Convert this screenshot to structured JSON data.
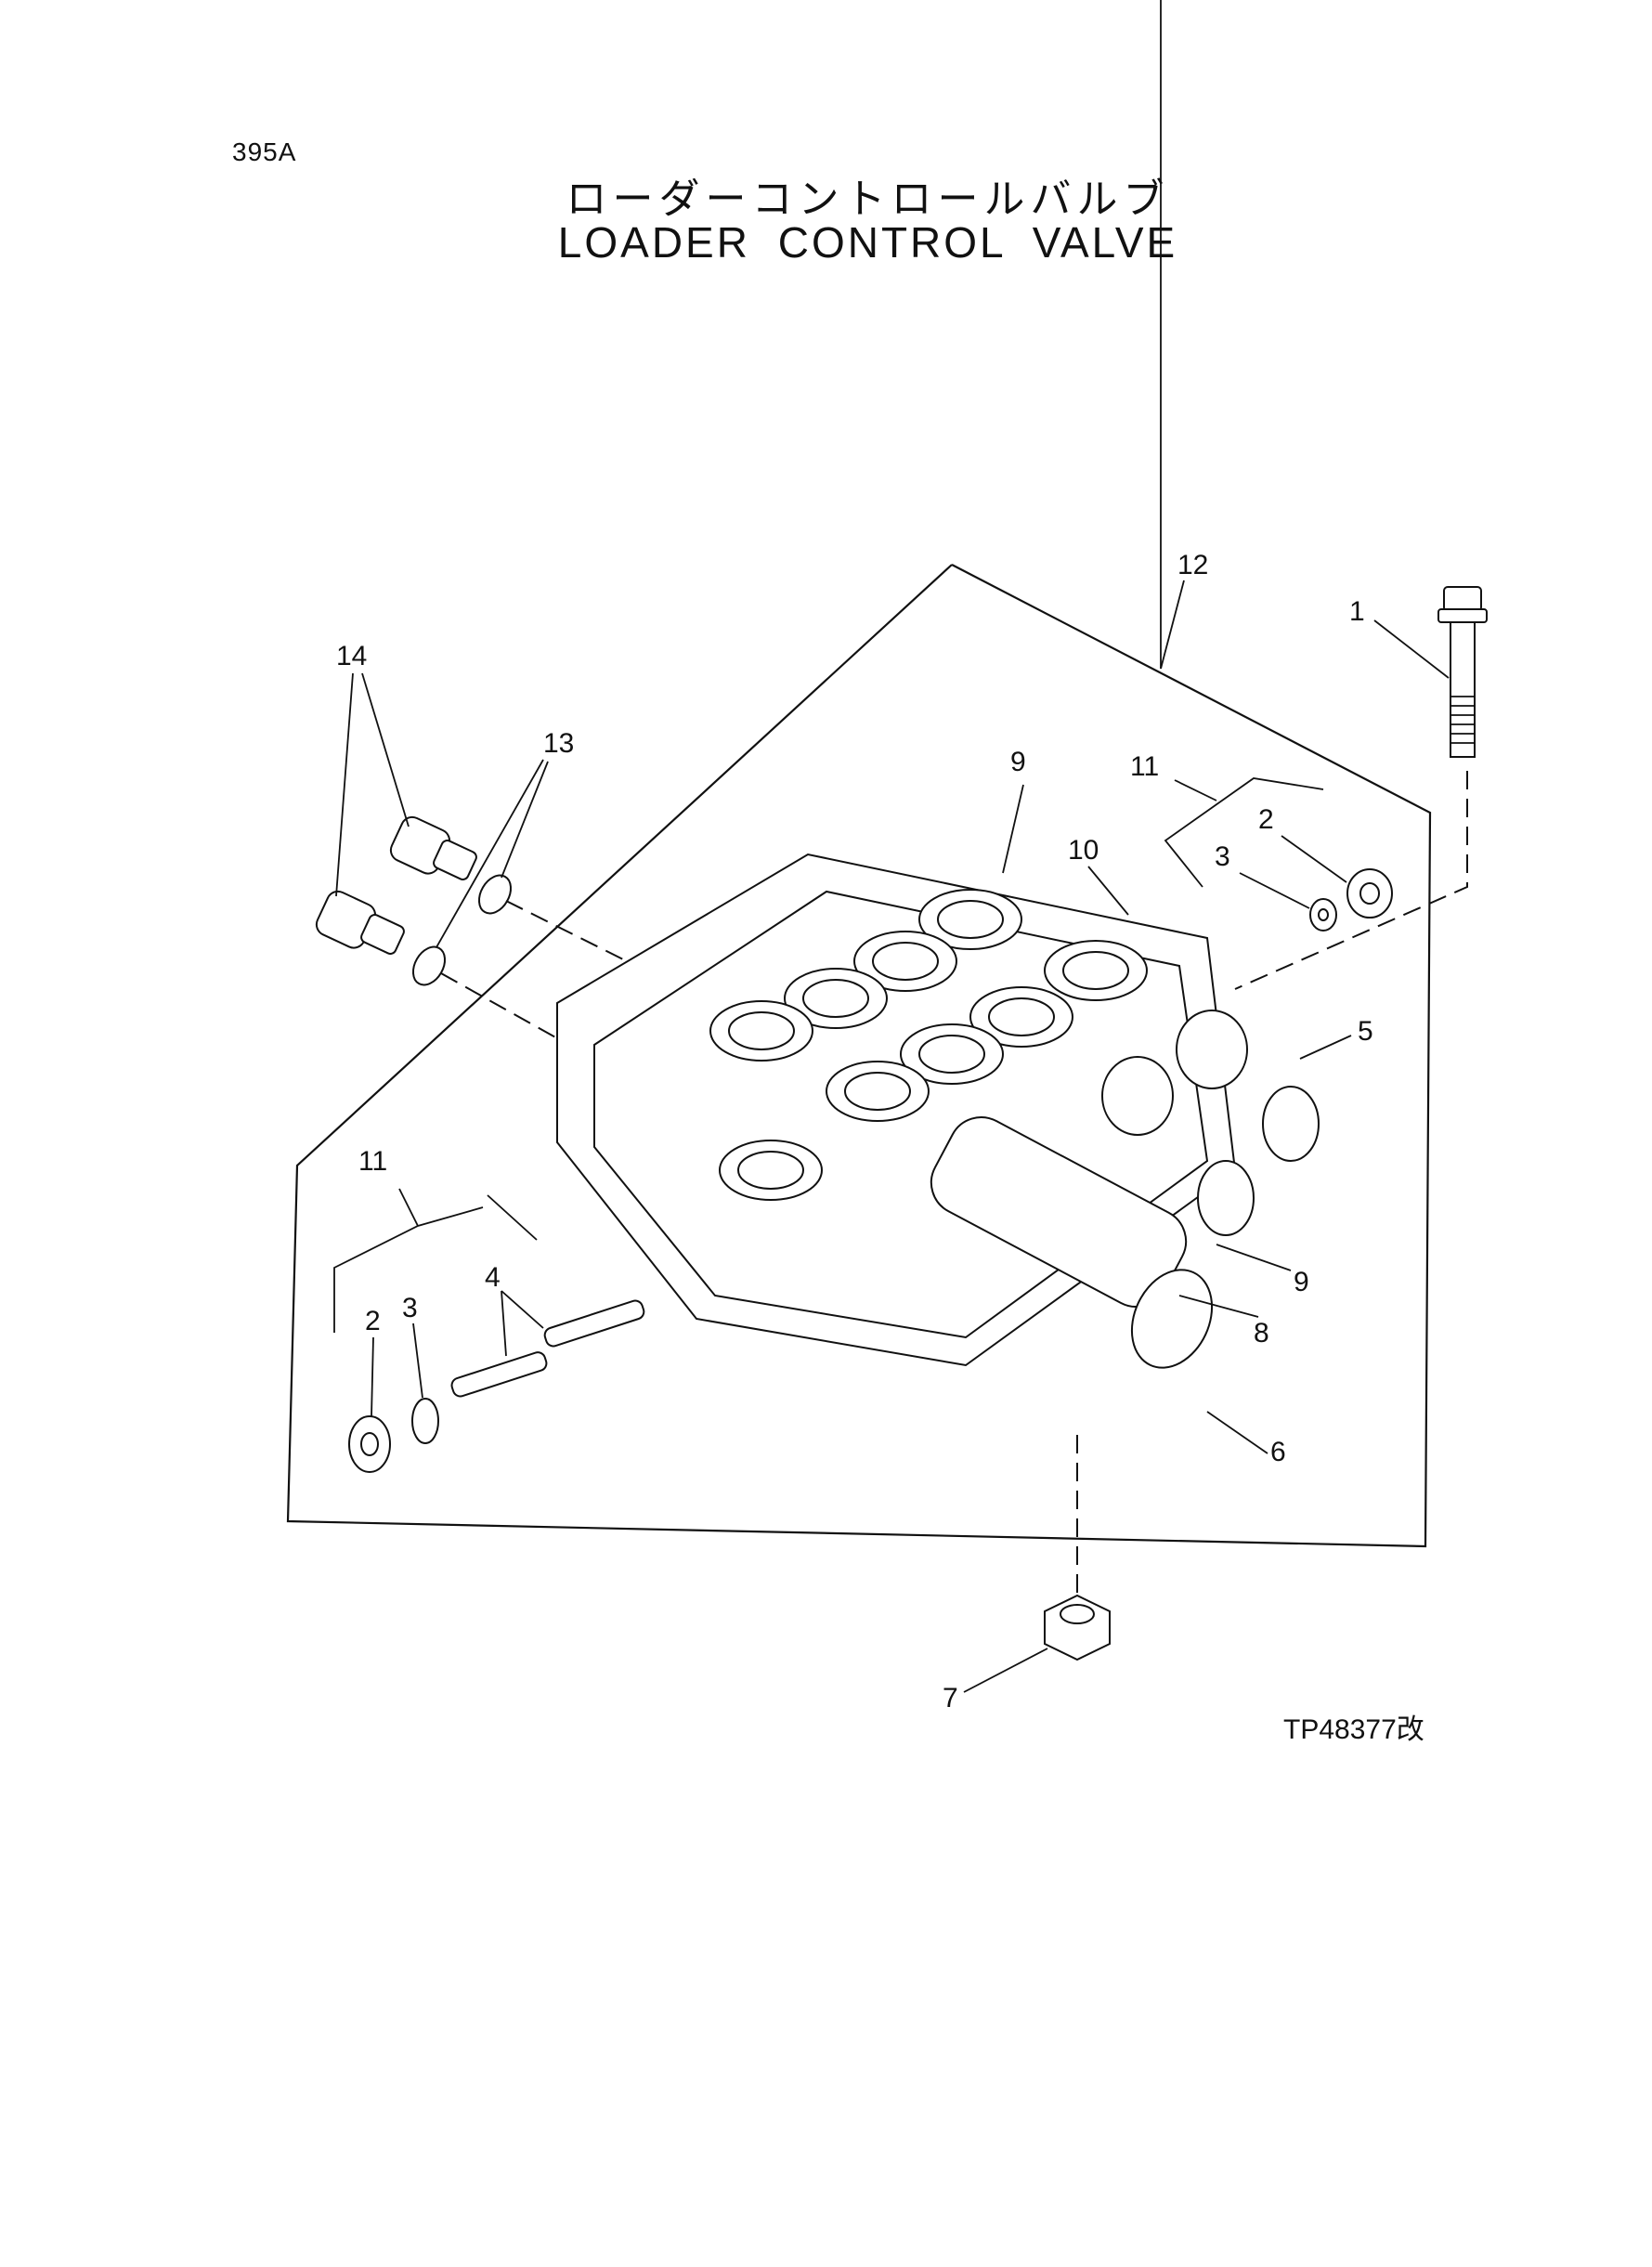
{
  "header": {
    "page_code": "395A",
    "title_jp": "ローダーコントロールバルブ",
    "title_en": "LOADER CONTROL VALVE"
  },
  "diagram": {
    "reference_code": "TP48377改",
    "callouts": {
      "c12": "12",
      "c1": "1",
      "c14": "14",
      "c13": "13",
      "c9a": "9",
      "c11a": "11",
      "c10": "10",
      "c2a": "2",
      "c3a": "3",
      "c5": "5",
      "c11b": "11",
      "c4": "4",
      "c2b": "2",
      "c3b": "3",
      "c9b": "9",
      "c8": "8",
      "c6": "6",
      "c7": "7"
    }
  }
}
